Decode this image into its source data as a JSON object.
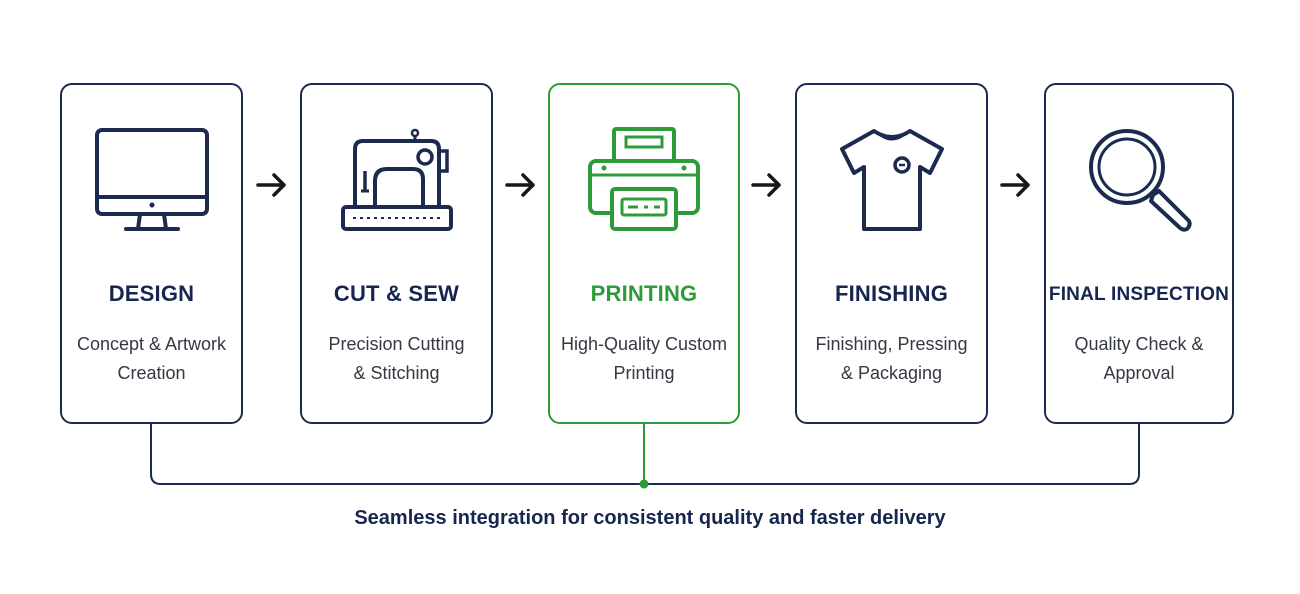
{
  "colors": {
    "navy": "#1b2a4e",
    "accent_green": "#2e9b3a",
    "text_gray": "#333842"
  },
  "steps": [
    {
      "title": "DESIGN",
      "desc_line1": "Concept & Artwork",
      "desc_line2": "Creation",
      "icon": "monitor-icon",
      "highlighted": false
    },
    {
      "title": "CUT & SEW",
      "desc_line1": "Precision Cutting",
      "desc_line2": "& Stitching",
      "icon": "sewing-machine-icon",
      "highlighted": false
    },
    {
      "title": "PRINTING",
      "desc_line1": "High-Quality Custom",
      "desc_line2": "Printing",
      "icon": "printer-icon",
      "highlighted": true
    },
    {
      "title": "FINISHING",
      "desc_line1": "Finishing, Pressing",
      "desc_line2": "& Packaging",
      "icon": "t-shirt-icon",
      "highlighted": false
    },
    {
      "title": "FINAL INSPECTION",
      "desc_line1": "Quality Check &",
      "desc_line2": "Approval",
      "icon": "magnifier-icon",
      "highlighted": false
    }
  ],
  "footer": {
    "text": "Seamless integration for consistent quality and faster delivery"
  }
}
